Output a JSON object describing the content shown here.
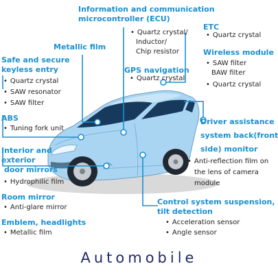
{
  "colors": {
    "accent": "#1a8fd0",
    "car_body": "#a9d5f2",
    "title": "#1e2a66"
  },
  "title": "Automobile",
  "callouts": {
    "ecu": {
      "heading_1": "Information and communication",
      "heading_2": "microcontroller (ECU)",
      "items": [
        "Quartz crystal/",
        "Inductor/",
        "Chip resistor"
      ]
    },
    "etc": {
      "heading": "ETC",
      "items": [
        "Quartz crystal"
      ]
    },
    "metallic_film": {
      "heading": "Metallic film"
    },
    "wireless": {
      "heading": "Wireless module",
      "items": [
        "SAW filter",
        "BAW filter",
        "Quartz crystal"
      ]
    },
    "keyless": {
      "heading_1": "Safe and secure",
      "heading_2": "keyless entry",
      "items": [
        "Quartz crystal",
        "SAW resonator",
        "SAW filter"
      ]
    },
    "gps": {
      "heading": "GPS navigation",
      "items": [
        "Quartz crystal"
      ]
    },
    "abs": {
      "heading": "ABS",
      "items": [
        "Tuning fork unit"
      ]
    },
    "driver": {
      "heading_1": "Driver assistance",
      "heading_2": "system back(front/",
      "heading_3": "side) monitor",
      "items": [
        "Anti-reflection film on",
        "the lens of camera",
        "module"
      ]
    },
    "mirrors": {
      "heading_1": "Interior and",
      "heading_2": "exterior",
      "heading_3": "door mirrors",
      "items": [
        "Hydrophilic film"
      ]
    },
    "room_mirror": {
      "heading": "Room mirror",
      "items": [
        "Anti-glare mirror"
      ]
    },
    "control": {
      "heading_1": "Control system suspension,",
      "heading_2": "tilt detection",
      "items": [
        "Acceleration sensor",
        "Angle sensor"
      ]
    },
    "emblem": {
      "heading": "Emblem, headlights",
      "items": [
        "Metallic film"
      ]
    }
  }
}
